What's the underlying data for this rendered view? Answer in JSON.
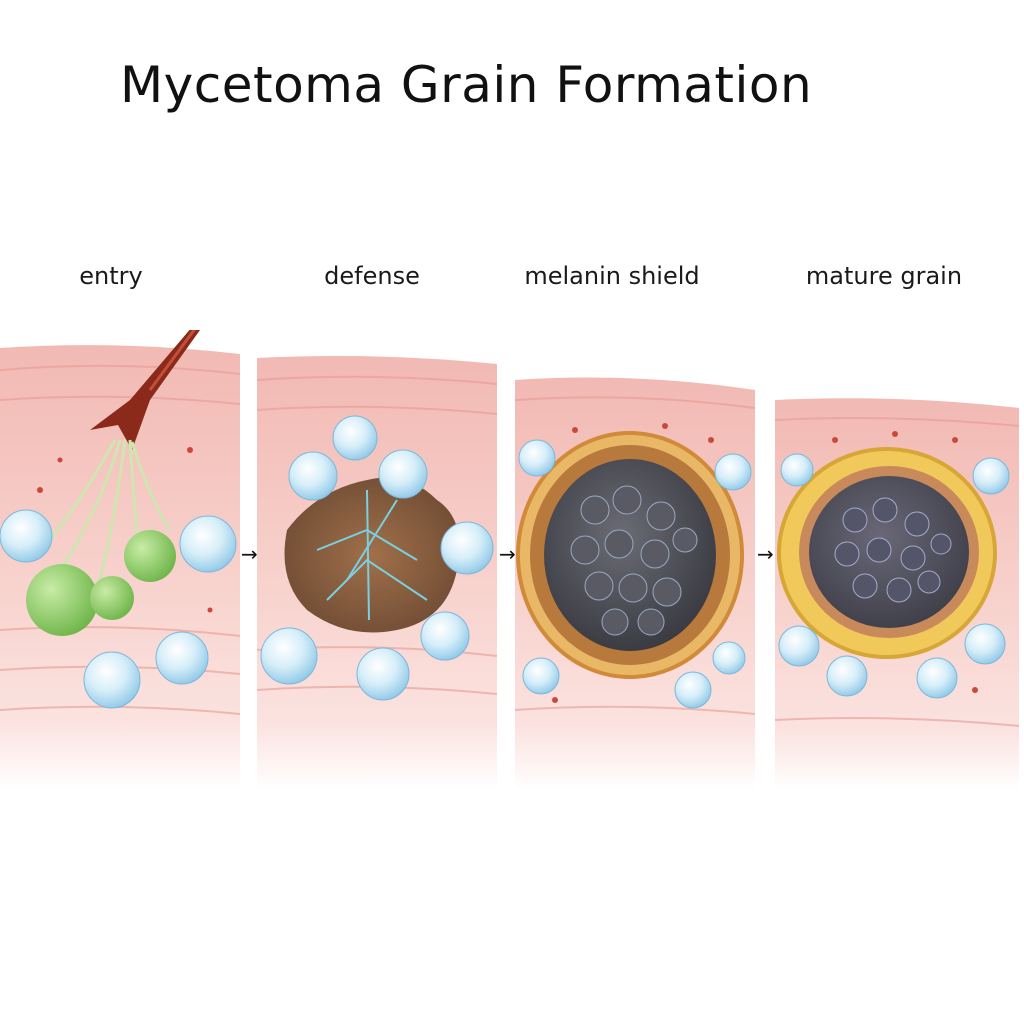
{
  "title": "Mycetoma Grain Formation",
  "stages": [
    {
      "label": "entry"
    },
    {
      "label": "defense"
    },
    {
      "label": "melanin shield"
    },
    {
      "label": "mature grain"
    }
  ],
  "arrow_glyph": "→",
  "colors": {
    "tissue": "#f6c9c4",
    "tissue_band": "#ef9e98",
    "immune_cell": "#bfe3f4",
    "fungus_green": "#8fcf6a",
    "thorn": "#8b2a1a",
    "hyphae_mass": "#8a5a3c",
    "grain_dark": "#4a4a52",
    "capsule": "#e8b04a"
  }
}
